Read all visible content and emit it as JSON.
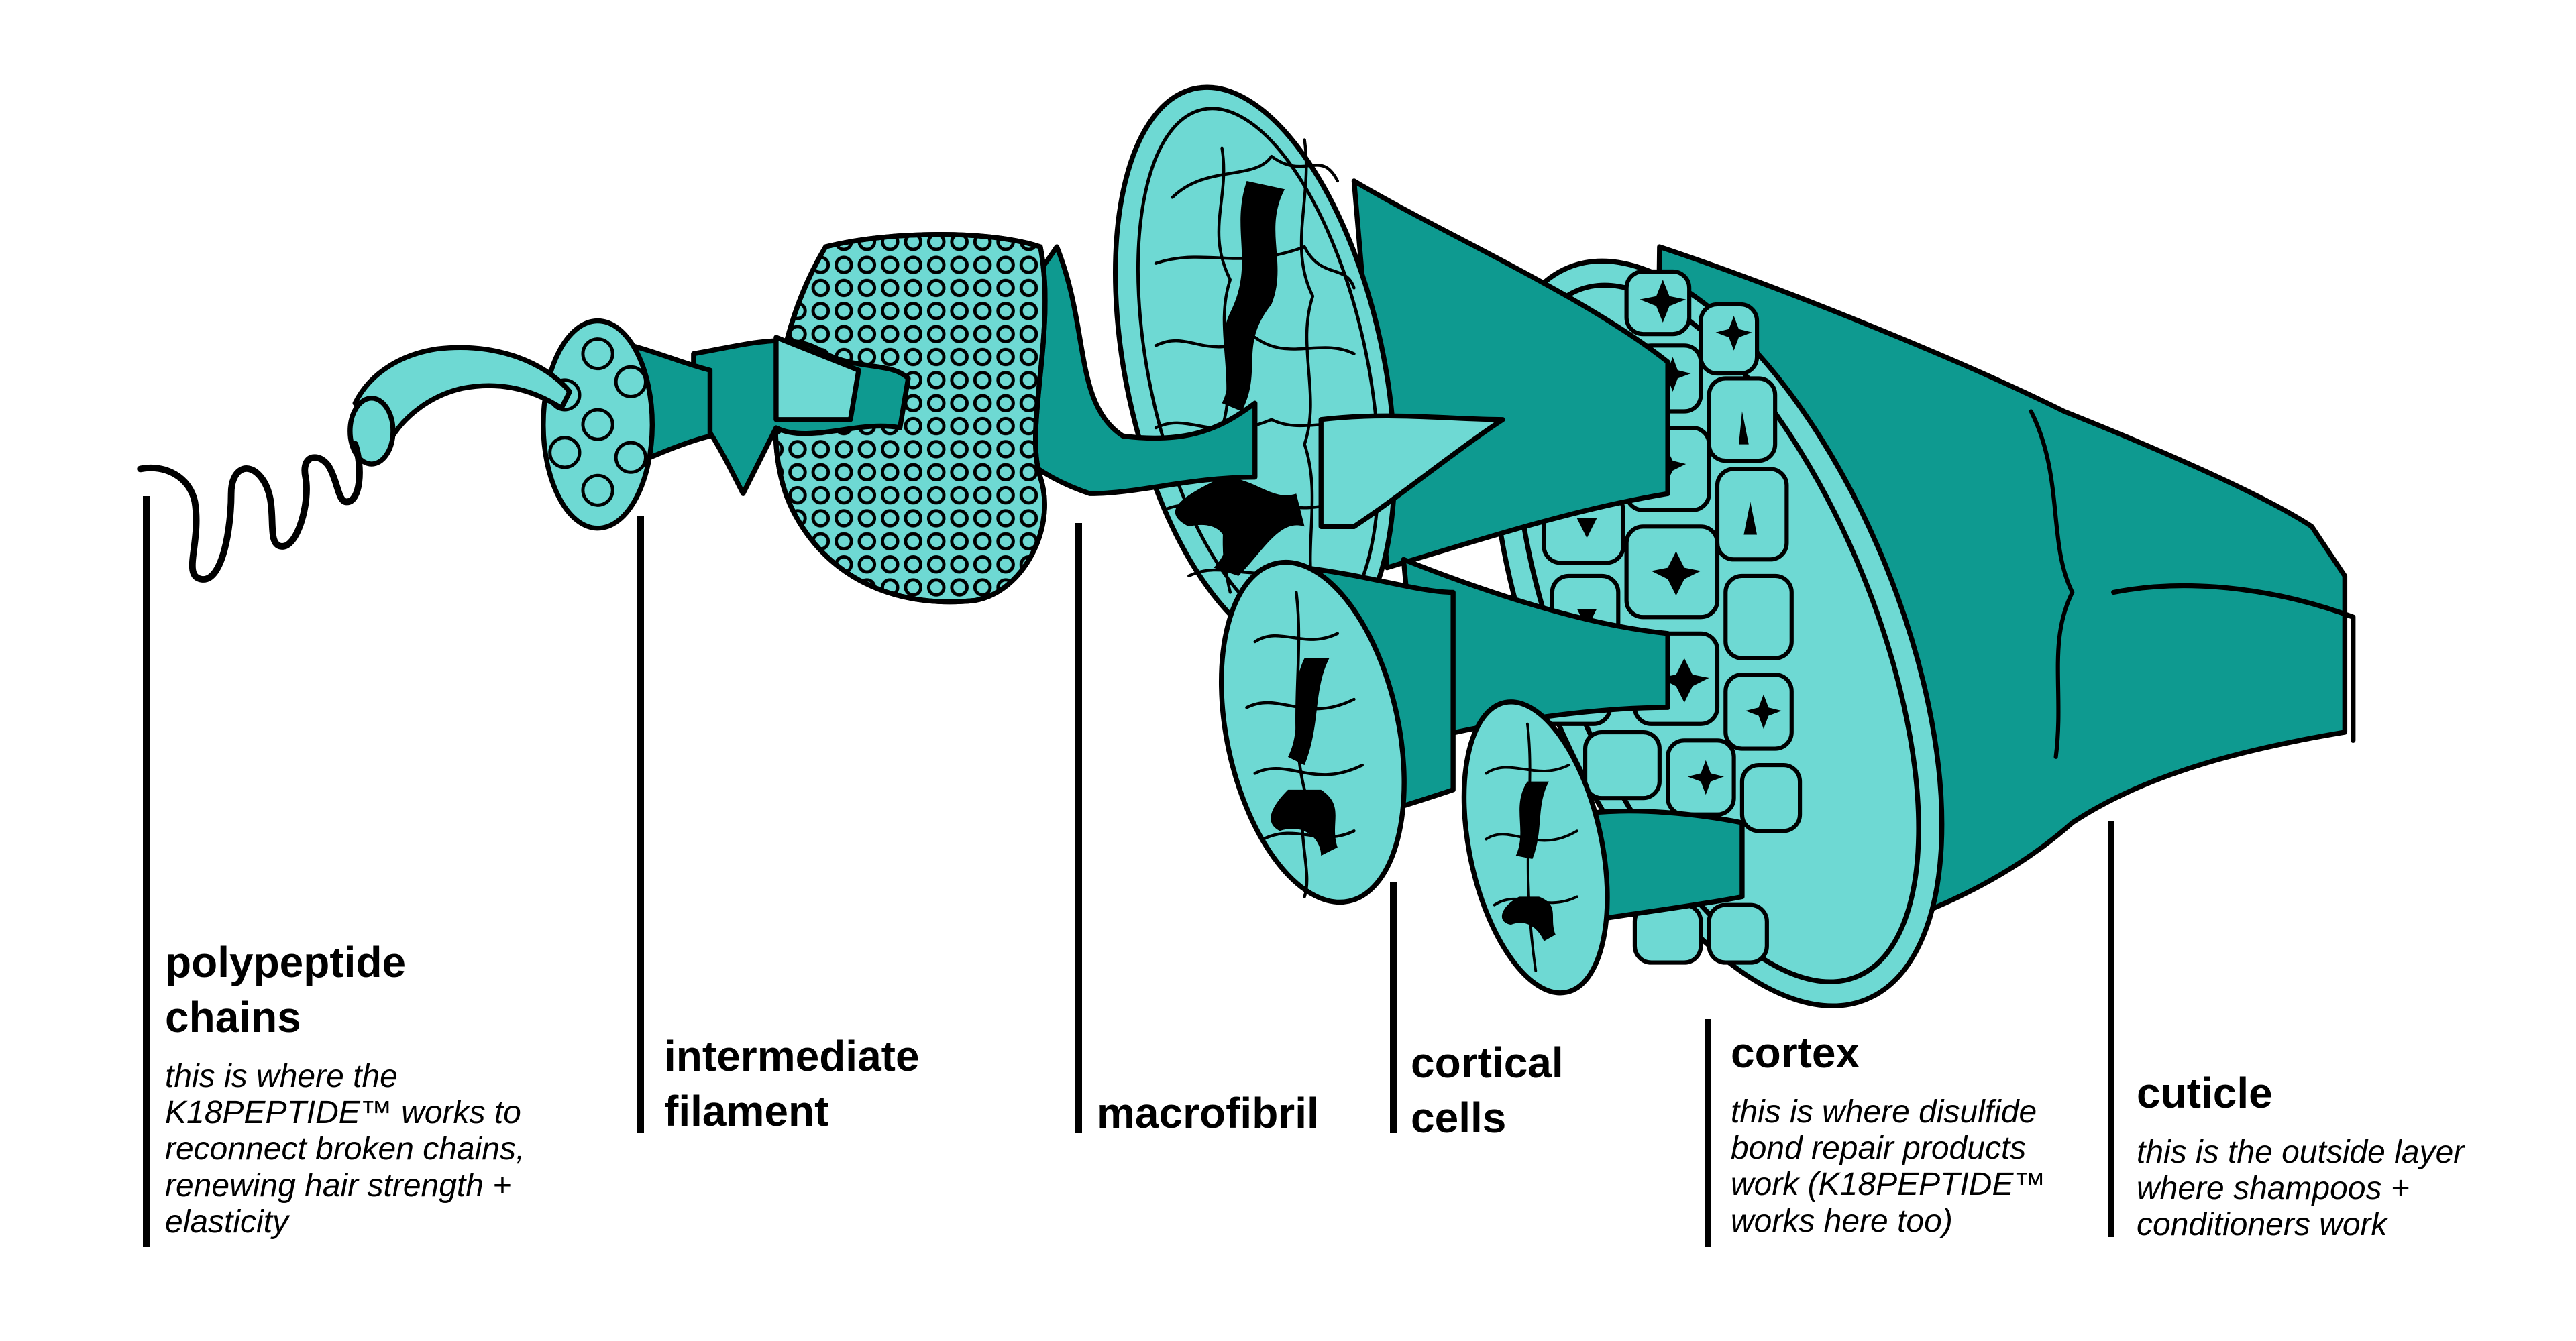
{
  "colors": {
    "teal_dark": "#0E9A90",
    "teal_light": "#6ED9D3",
    "outline": "#000000",
    "background": "#FFFFFF"
  },
  "labels": [
    {
      "id": "polypeptide",
      "title": "polypeptide\nchains",
      "desc": "this is where the\nK18PEPTIDE™ works to\nreconnect broken chains,\nrenewing hair strength +\nelasticity"
    },
    {
      "id": "intermediate",
      "title": "intermediate\nfilament",
      "desc": ""
    },
    {
      "id": "macrofibril",
      "title": "macrofibril",
      "desc": ""
    },
    {
      "id": "cortical",
      "title": "cortical\ncells",
      "desc": ""
    },
    {
      "id": "cortex",
      "title": "cortex",
      "desc": "this is where disulfide\nbond repair products\nwork (K18PEPTIDE™\nworks here too)"
    },
    {
      "id": "cuticle",
      "title": "cuticle",
      "desc": "this is the outside layer\nwhere shampoos +\nconditioners work"
    }
  ]
}
